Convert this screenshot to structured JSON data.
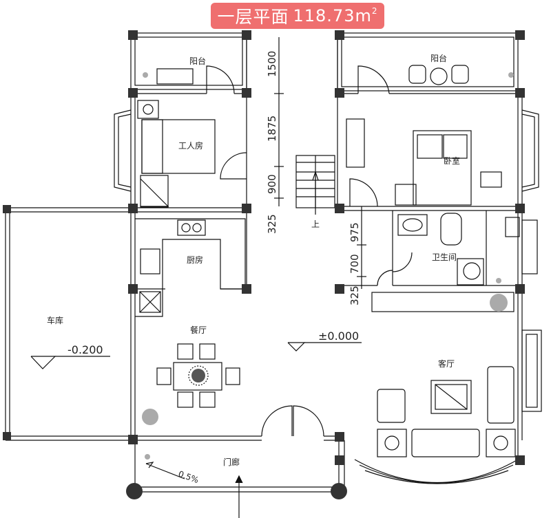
{
  "title": {
    "name": "一层平面",
    "area": "118.73m",
    "area_sup": "2"
  },
  "rooms": {
    "balcony_left": "阳台",
    "balcony_right": "阳台",
    "servant_room": "工人房",
    "bedroom": "卧室",
    "kitchen": "厨房",
    "bathroom": "卫生间",
    "garage": "车库",
    "dining": "餐厅",
    "living": "客厅",
    "porch": "门廊"
  },
  "dimensions": {
    "d1500": "1500",
    "d1875": "1875",
    "d900": "900",
    "d325a": "325",
    "d975": "975",
    "d700": "700",
    "d325b": "325"
  },
  "levels": {
    "floor": "±0.000",
    "garage": "-0.200"
  },
  "annotations": {
    "stair_up": "上",
    "slope": "0.5%"
  }
}
